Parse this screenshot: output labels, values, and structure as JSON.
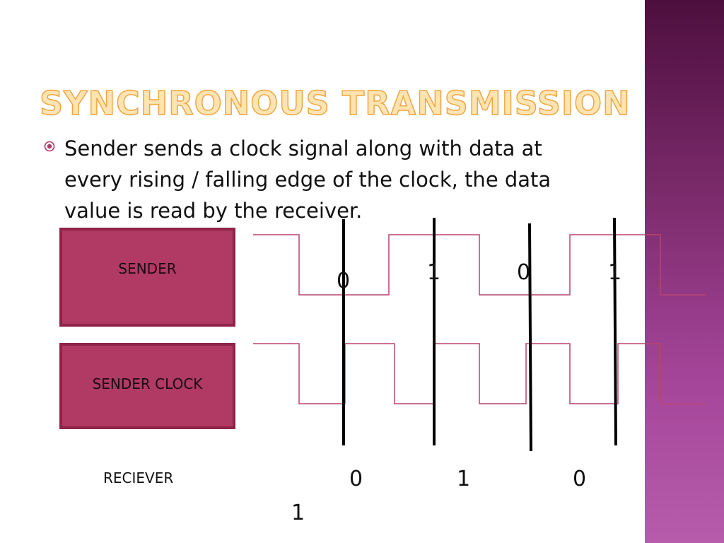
{
  "slide": {
    "title": "SYNCHRONOUS TRANSMISSION",
    "bullet_icon": "circle-bullet-icon",
    "bullet_text": "Sender sends a clock signal along with data  at\nevery rising / falling edge of the clock, the  data\nvalue is read by the receiver."
  },
  "diagram": {
    "sender_label": "SENDER",
    "sender_clock_label": "SENDER CLOCK",
    "receiver_label": "RECIEVER",
    "sender_bits": [
      "0",
      "1",
      "0",
      "1"
    ],
    "receiver_bits": [
      "0",
      "1",
      "0",
      "1"
    ]
  },
  "colors": {
    "title_fill": "#fde4b2",
    "title_outline": "#f0a640",
    "box_fill": "#b03a64",
    "box_border": "#8f2348",
    "waveform": "#b8456e",
    "side_band": "#7a2a6a"
  }
}
